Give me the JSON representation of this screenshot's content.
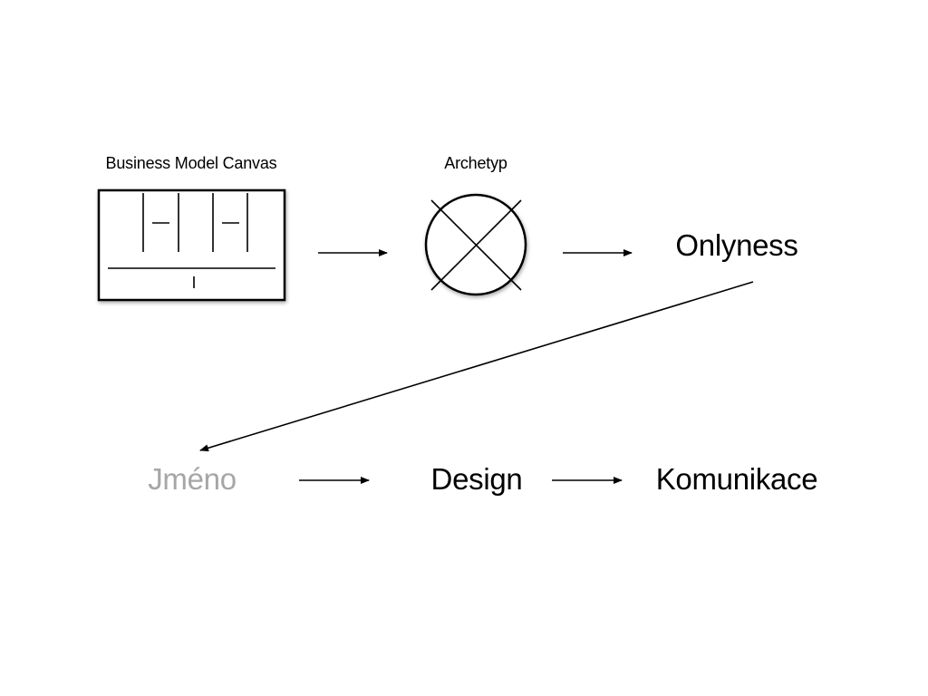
{
  "labels": {
    "bmc": "Business Model Canvas",
    "archetype": "Archetyp",
    "onlyness": "Onlyness",
    "name": "Jméno",
    "design": "Design",
    "communication": "Komunikace"
  },
  "colors": {
    "text": "#000000",
    "muted_text": "#a6a6a6",
    "stroke": "#000000"
  },
  "icons": {
    "bmc": "business-model-canvas-icon",
    "archetype": "crossed-circle-icon"
  }
}
